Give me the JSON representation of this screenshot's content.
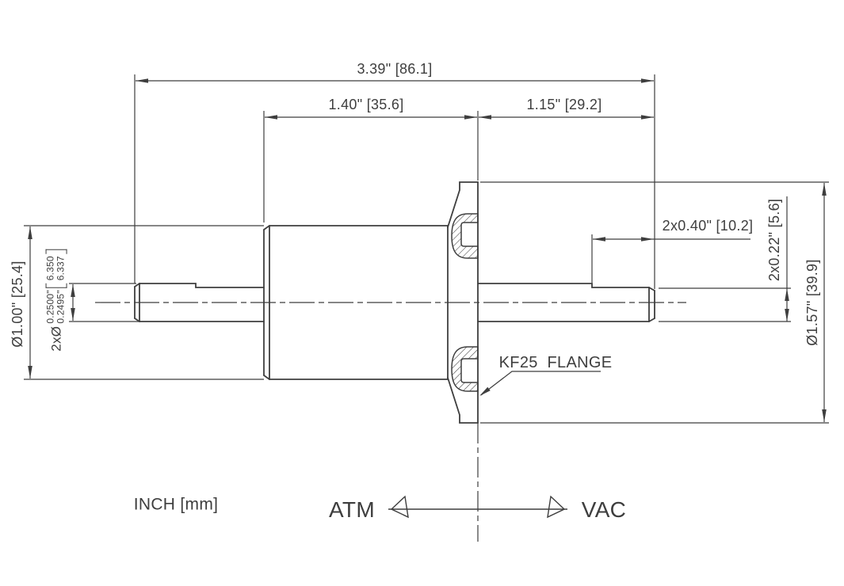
{
  "drawing": {
    "units_note": "INCH [mm]",
    "labels": {
      "flange_callout": "KF25 FLANGE",
      "atmosphere_side": "ATM",
      "vacuum_side": "VAC"
    },
    "dimensions": {
      "overall_length": "3.39\" [86.1]",
      "atm_section_length": "1.40\" [35.6]",
      "vac_section_length": "1.15\" [29.2]",
      "shaft_end_length": "2x0.40\" [10.2]",
      "shaft_relief_diameter": "2x0.22\" [5.6]",
      "flange_diameter": "Ø1.57\" [39.9]",
      "body_diameter": "Ø1.00\" [25.4]",
      "shaft_tolerance": {
        "prefix": "2xØ",
        "inch_upper": "0.2500\"",
        "inch_lower": "0.2495\"",
        "mm_upper": "6.350",
        "mm_lower": "6.337"
      }
    },
    "colors": {
      "line": "#3e3e3e",
      "background": "#ffffff"
    }
  }
}
